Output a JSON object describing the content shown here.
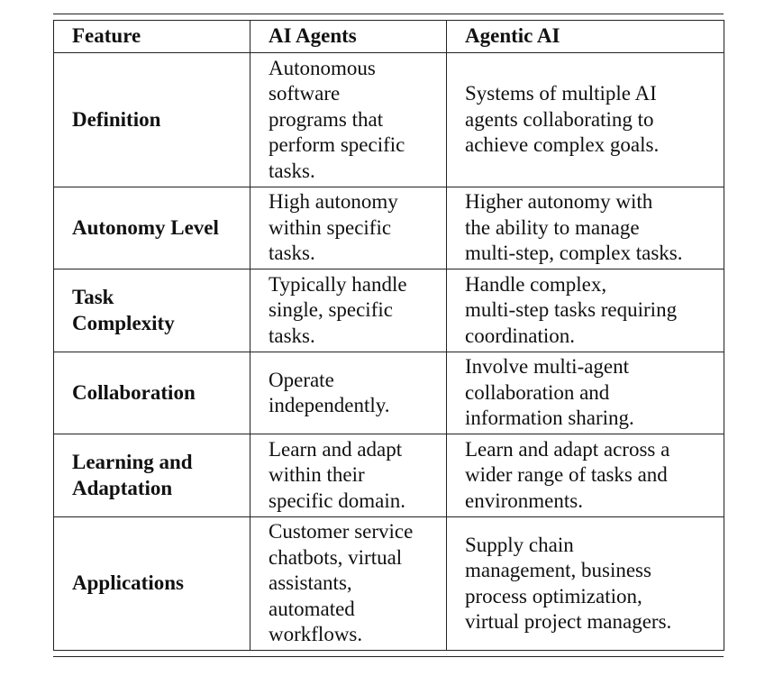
{
  "table": {
    "headers": [
      "Feature",
      "AI Agents",
      "Agentic AI"
    ],
    "rows": [
      {
        "feature": "Definition",
        "ai_agents": "Autonomous\nsoftware\nprograms that\nperform specific\ntasks.",
        "agentic_ai": "Systems of multiple AI\nagents collaborating to\nachieve complex goals."
      },
      {
        "feature": "Autonomy Level",
        "ai_agents": "High autonomy\nwithin specific\ntasks.",
        "agentic_ai": "Higher autonomy with\nthe ability to manage\nmulti-step, complex tasks."
      },
      {
        "feature": "Task\nComplexity",
        "ai_agents": "Typically handle\nsingle, specific\ntasks.",
        "agentic_ai": "Handle complex,\nmulti-step tasks requiring\ncoordination."
      },
      {
        "feature": "Collaboration",
        "ai_agents": "Operate\nindependently.",
        "agentic_ai": "Involve multi-agent\ncollaboration and\ninformation sharing."
      },
      {
        "feature": "Learning and\nAdaptation",
        "ai_agents": "Learn and adapt\nwithin their\nspecific domain.",
        "agentic_ai": "Learn and adapt across a\nwider range of tasks and\nenvironments."
      },
      {
        "feature": "Applications",
        "ai_agents": "Customer service\nchatbots, virtual\nassistants,\nautomated\nworkflows.",
        "agentic_ai": "Supply chain\nmanagement, business\nprocess optimization,\nvirtual project managers."
      }
    ]
  }
}
